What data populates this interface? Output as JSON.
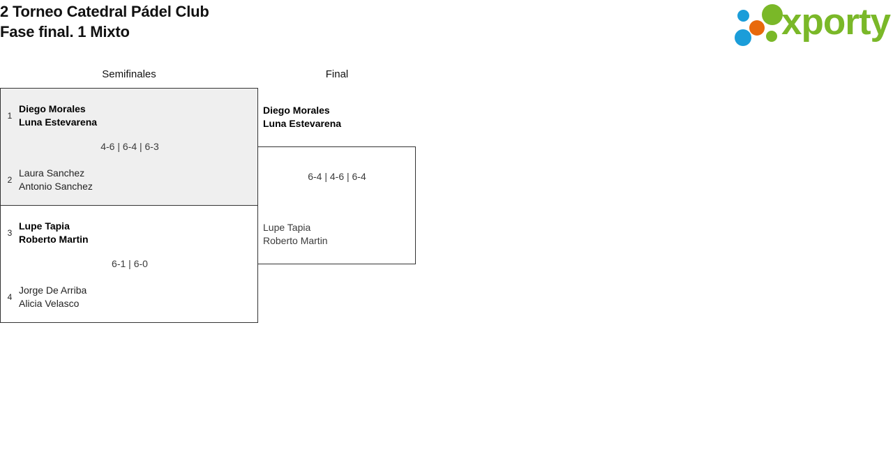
{
  "header": {
    "title_line1": "2 Torneo Catedral Pádel Club",
    "title_line2": "Fase final. 1 Mixto",
    "logo": {
      "wordmark": "xporty",
      "green": "#7ab828",
      "blue": "#1b9dd9",
      "orange": "#e8690b"
    }
  },
  "bracket": {
    "rounds": [
      {
        "label": "Semifinales"
      },
      {
        "label": "Final"
      }
    ],
    "semifinals": [
      {
        "top": {
          "seed": "1",
          "player1": "Diego Morales",
          "player2": "Luna Estevarena"
        },
        "bottom": {
          "seed": "2",
          "player1": "Laura Sanchez",
          "player2": "Antonio Sanchez"
        },
        "score": "4-6 | 6-4 | 6-3"
      },
      {
        "top": {
          "seed": "3",
          "player1": "Lupe Tapia",
          "player2": "Roberto Martin"
        },
        "bottom": {
          "seed": "4",
          "player1": "Jorge De Arriba",
          "player2": "Alicia Velasco"
        },
        "score": "6-1 | 6-0"
      }
    ],
    "final": {
      "winner": {
        "player1": "Diego Morales",
        "player2": "Luna Estevarena"
      },
      "runner_up": {
        "player1": "Lupe Tapia",
        "player2": "Roberto Martin"
      },
      "score": "6-4 | 4-6 | 6-4"
    }
  }
}
